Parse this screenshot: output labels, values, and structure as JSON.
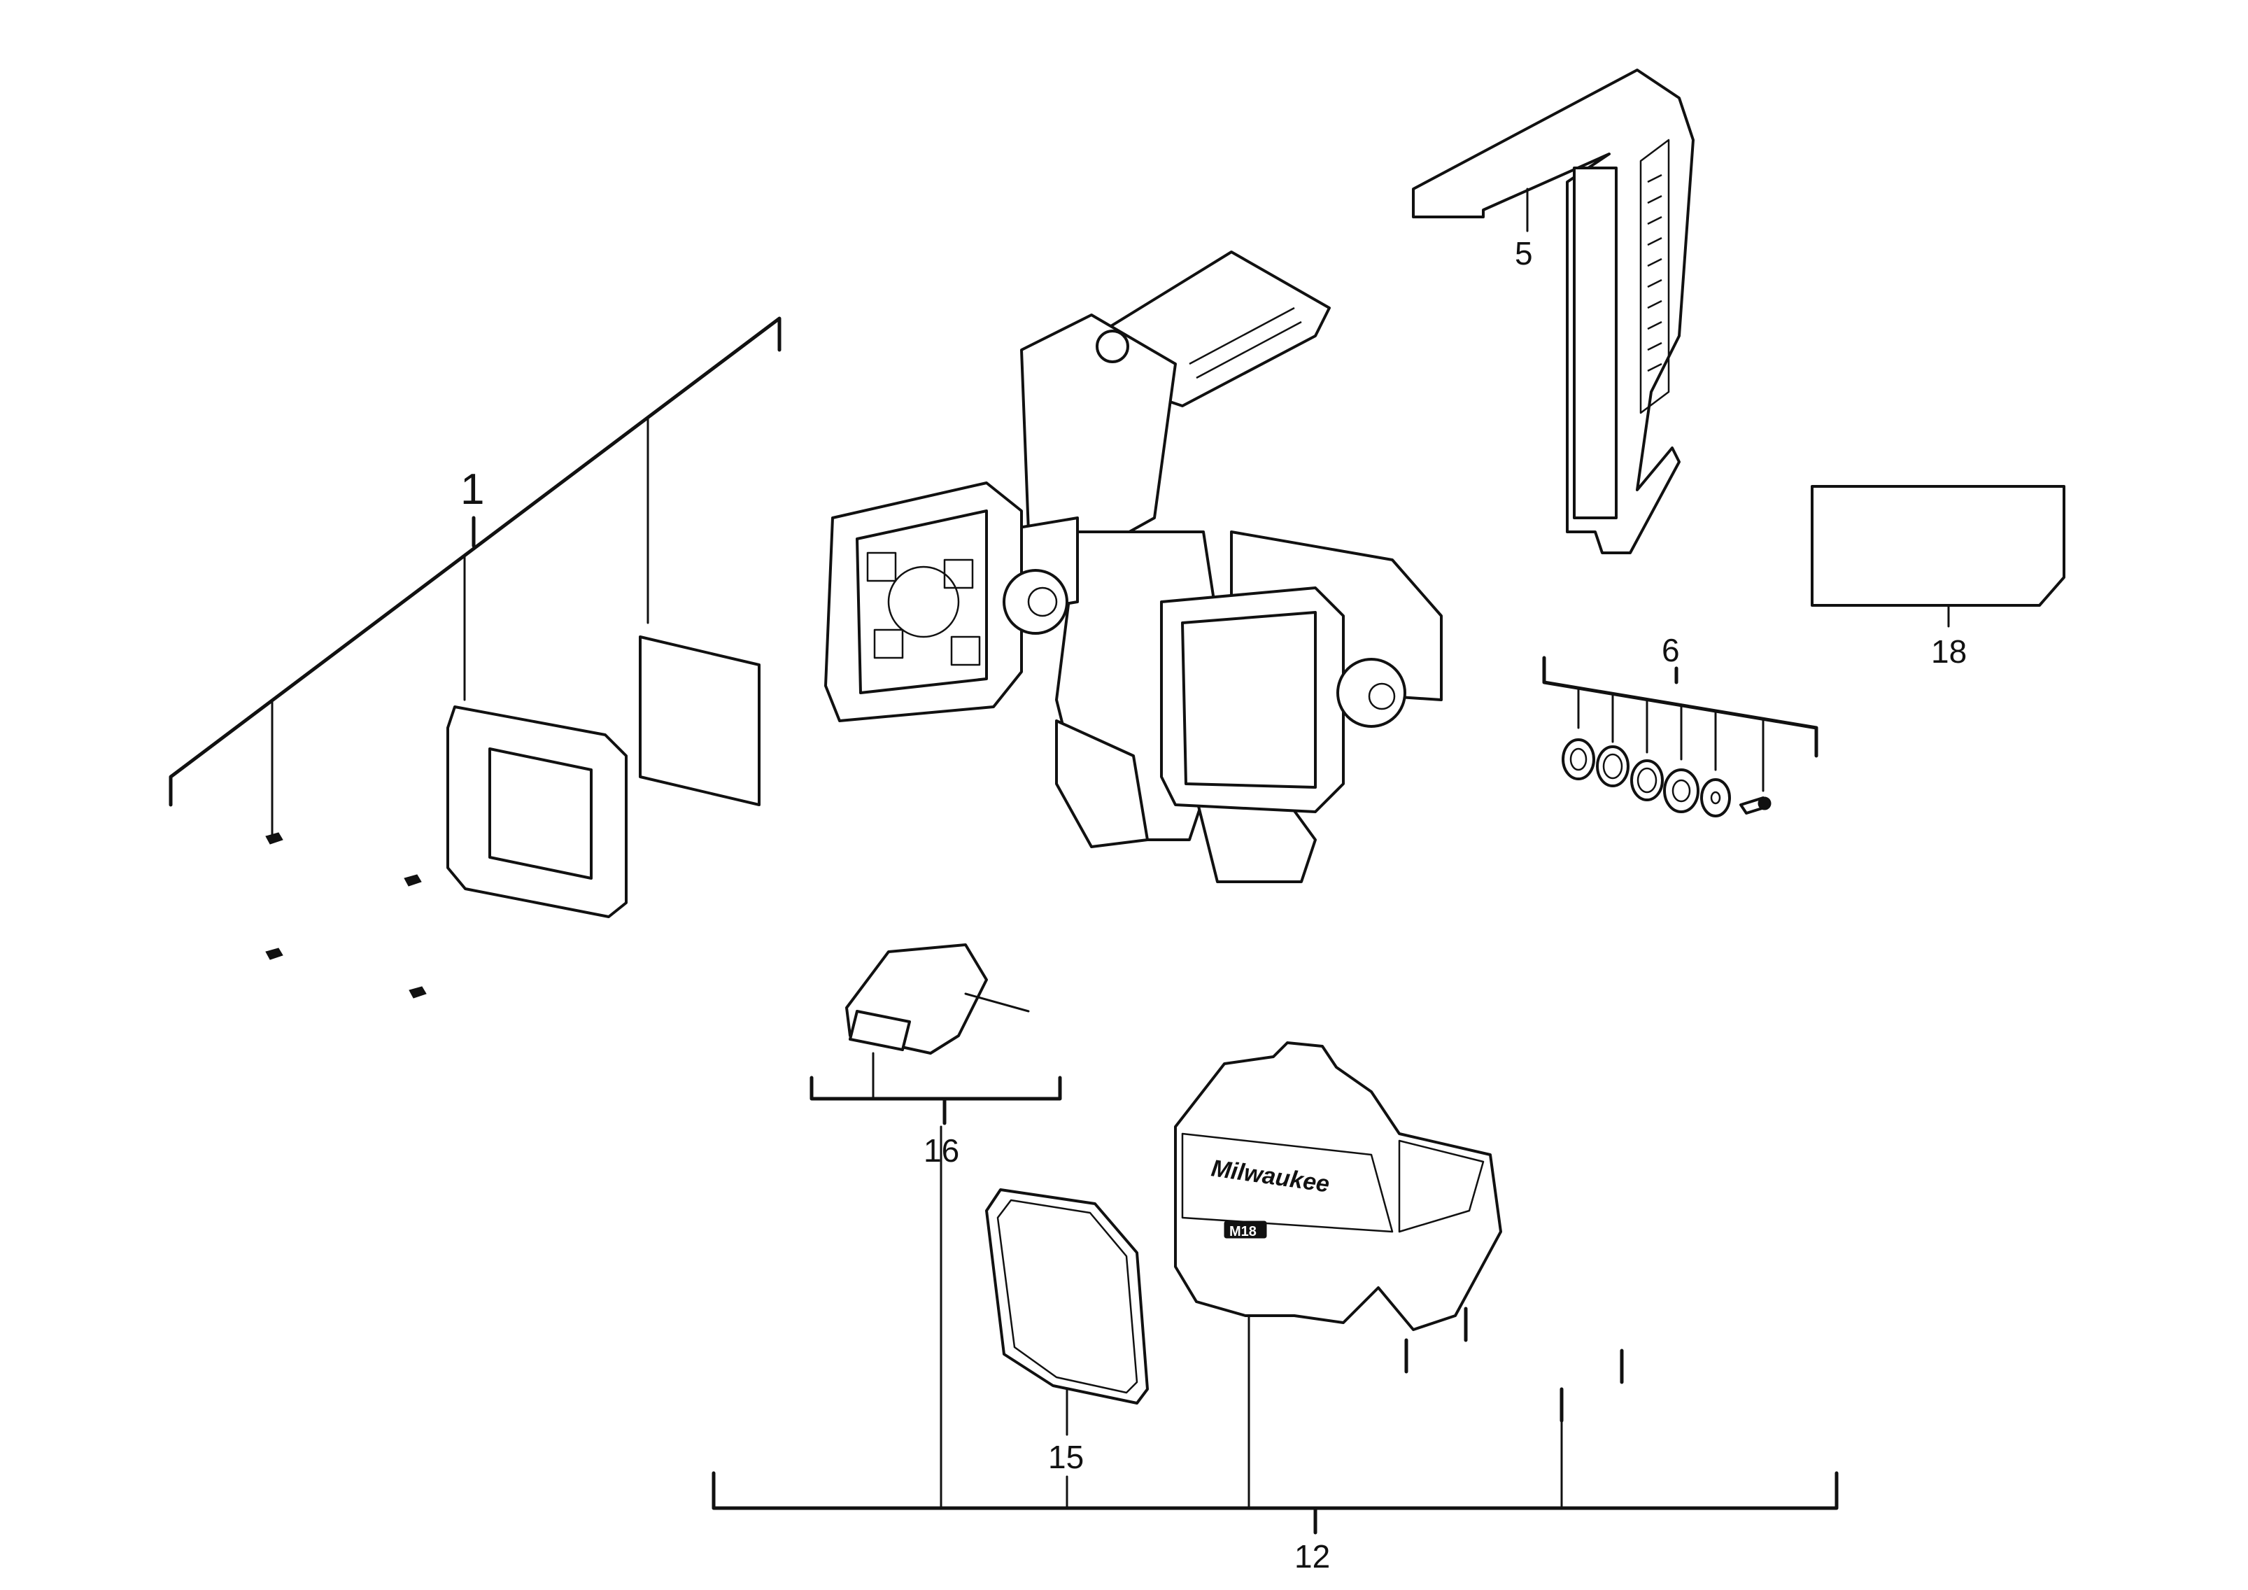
{
  "callouts": {
    "c1": "1",
    "c5": "5",
    "c6": "6",
    "c12": "12",
    "c15": "15",
    "c16": "16",
    "c18": "18"
  },
  "labels": {
    "brand_logo": "Milwaukee",
    "battery_badge": "M18"
  },
  "colors": {
    "line": "#111111",
    "background": "#ffffff"
  }
}
